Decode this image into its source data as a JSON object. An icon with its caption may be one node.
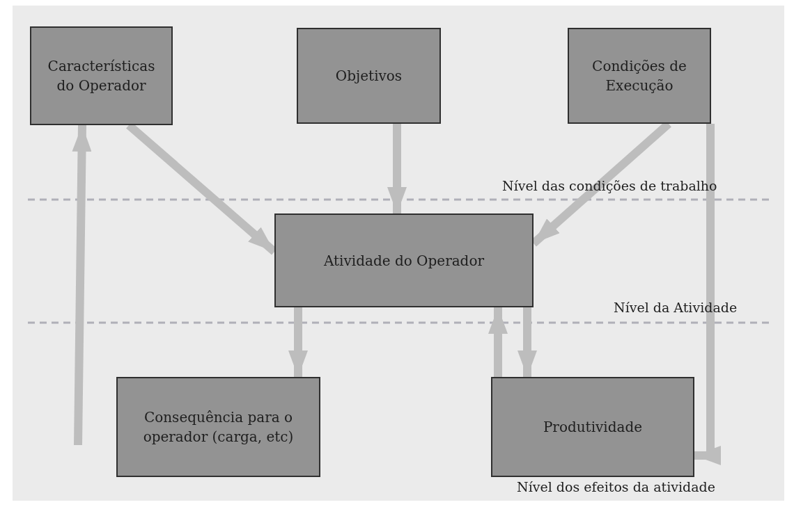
{
  "diagram": {
    "nodes": [
      {
        "text": [
          "Características do Operador"
        ]
      },
      {
        "text": [
          "Objetivos"
        ]
      },
      {
        "text": [
          "Condições de Execução"
        ]
      },
      {
        "text": [
          "Atividade do Operador"
        ]
      },
      {
        "text": [
          "Consequência para o operador (carga, etc)"
        ]
      },
      {
        "text": [
          "Produtividade"
        ]
      }
    ],
    "edges": [
      {
        "from": 0,
        "to": 3,
        "arrow": "to"
      },
      {
        "from": 1,
        "to": 3,
        "arrow": "to"
      },
      {
        "from": 2,
        "to": 3,
        "arrow": "to"
      },
      {
        "from": 3,
        "to": 4,
        "arrow": "to"
      },
      {
        "from": 5,
        "to": 3,
        "arrow": "to"
      },
      {
        "from": 3,
        "to": 5,
        "arrow": "to"
      },
      {
        "from": null,
        "to": 0,
        "arrow": "to"
      },
      {
        "from": 2,
        "to": 5,
        "arrow": "to"
      }
    ],
    "labels": [
      "Nível das condições de trabalho",
      "Nível da Atividade",
      "Nível dos efeitos da atividade"
    ]
  }
}
